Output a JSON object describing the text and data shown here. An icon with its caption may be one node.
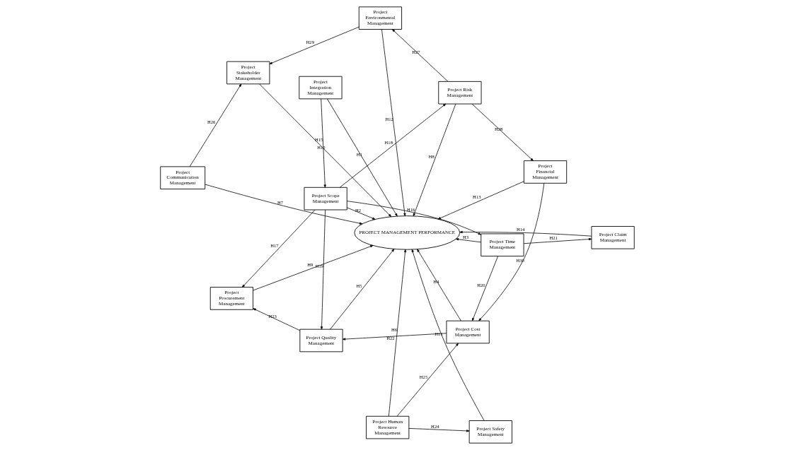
{
  "diagram": {
    "nodes": [
      {
        "text": [
          "Project Environmental Management"
        ]
      },
      {
        "text": [
          "Project Claim Management"
        ]
      },
      {
        "text": [
          "Project Time Management"
        ]
      },
      {
        "text": [
          "Project Scope Management"
        ]
      },
      {
        "text": [
          "Project Risk Management"
        ]
      },
      {
        "text": [
          "Project Procurement Management"
        ]
      },
      {
        "text": [
          "PROJECT MANAGEMENT PERFORMANCE"
        ]
      },
      {
        "text": [
          "Project Safety Management"
        ]
      },
      {
        "text": [
          "Project Quality Management"
        ]
      },
      {
        "text": [
          "Project Human Resource Management"
        ]
      },
      {
        "text": [
          "Project Cost Management"
        ]
      },
      {
        "text": [
          "Project Communication Management"
        ]
      },
      {
        "text": [
          "Project Stakeholder Management"
        ]
      },
      {
        "text": [
          "Project Financial Management"
        ]
      },
      {
        "text": [
          "Project Integration Management"
        ]
      }
    ],
    "edges": [
      {
        "from": 4,
        "to": 0,
        "arrow": "to",
        "label": "H27"
      },
      {
        "from": 2,
        "to": 1,
        "arrow": "to",
        "label": "H21"
      },
      {
        "from": 3,
        "to": 2,
        "arrow": "to",
        "label": "H16"
      },
      {
        "from": 3,
        "to": 5,
        "arrow": "to",
        "label": "H17"
      },
      {
        "from": 3,
        "to": 4,
        "arrow": "to",
        "label": "H18"
      },
      {
        "from": 0,
        "to": 12,
        "arrow": "to",
        "label": "H29"
      },
      {
        "from": 0,
        "to": 6,
        "arrow": "to",
        "label": "H12"
      },
      {
        "from": 1,
        "to": 6,
        "arrow": "to",
        "label": "H14"
      },
      {
        "from": 2,
        "to": 6,
        "arrow": "to",
        "label": "H3"
      },
      {
        "from": 3,
        "to": 6,
        "arrow": "to",
        "label": "H2"
      },
      {
        "from": 3,
        "to": 8,
        "arrow": "to",
        "label": "H19"
      },
      {
        "from": 2,
        "to": 10,
        "arrow": "to",
        "label": "H20"
      },
      {
        "from": 5,
        "to": 6,
        "arrow": "to",
        "label": "H9"
      },
      {
        "from": 4,
        "to": 6,
        "arrow": "to",
        "label": "H8"
      },
      {
        "from": 4,
        "to": 13,
        "arrow": "to",
        "label": "H28"
      },
      {
        "from": 14,
        "to": 3,
        "arrow": "to",
        "label": "H15"
      },
      {
        "from": 8,
        "to": 5,
        "arrow": "to",
        "label": "H23"
      },
      {
        "from": 7,
        "to": 6,
        "arrow": "to",
        "label": "H11"
      },
      {
        "from": 8,
        "to": 6,
        "arrow": "to",
        "label": "H5"
      },
      {
        "from": 9,
        "to": 7,
        "arrow": "to",
        "label": "H24"
      },
      {
        "from": 9,
        "to": 6,
        "arrow": "to",
        "label": "H6"
      },
      {
        "from": 10,
        "to": 6,
        "arrow": "to",
        "label": "H4"
      },
      {
        "from": 10,
        "to": 8,
        "arrow": "to",
        "label": "H22"
      },
      {
        "from": 11,
        "to": 6,
        "arrow": "to",
        "label": "H7"
      },
      {
        "from": 12,
        "to": 6,
        "arrow": "to",
        "label": "H10"
      },
      {
        "from": 13,
        "to": 6,
        "arrow": "to",
        "label": "H13"
      },
      {
        "from": 14,
        "to": 6,
        "arrow": "to",
        "label": "H1"
      },
      {
        "from": 9,
        "to": 10,
        "arrow": "to",
        "label": "H25"
      },
      {
        "from": 13,
        "to": 10,
        "arrow": "to",
        "label": "H30"
      },
      {
        "from": 11,
        "to": 12,
        "arrow": "to",
        "label": "H26"
      }
    ]
  }
}
